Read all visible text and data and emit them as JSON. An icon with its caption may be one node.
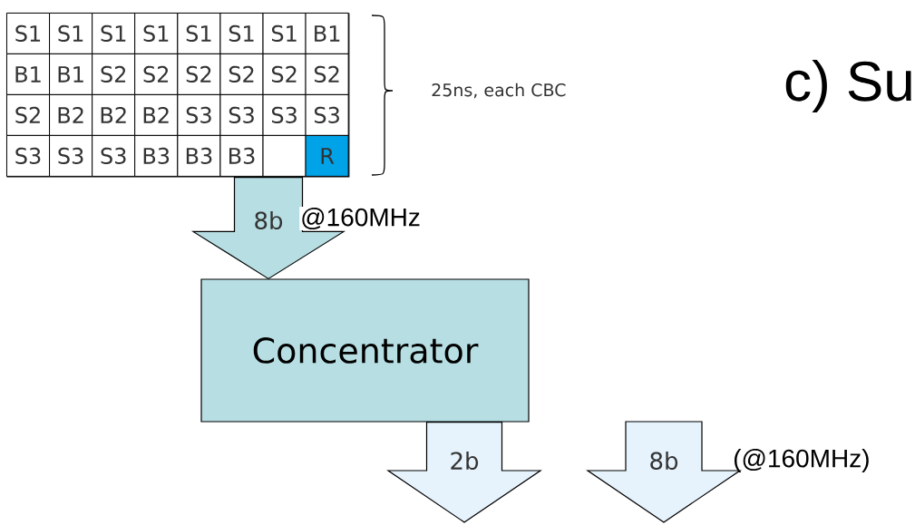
{
  "diagram": {
    "nodes": [
      {
        "text": [],
        "shape": "box"
      },
      {
        "text": [
          "S1"
        ],
        "in": 0
      },
      {
        "text": [
          "S1"
        ],
        "in": 0
      },
      {
        "text": [
          "S1"
        ],
        "in": 0
      },
      {
        "text": [
          "S1"
        ],
        "in": 0
      },
      {
        "text": [
          "S1"
        ],
        "in": 0
      },
      {
        "text": [
          "S1"
        ],
        "in": 0
      },
      {
        "text": [
          "S1"
        ],
        "in": 0
      },
      {
        "text": [
          "B1"
        ],
        "in": 0
      },
      {
        "text": [
          "B1"
        ],
        "in": 0
      },
      {
        "text": [
          "B1"
        ],
        "in": 0
      },
      {
        "text": [
          "S2"
        ],
        "in": 0
      },
      {
        "text": [
          "S2"
        ],
        "in": 0
      },
      {
        "text": [
          "S2"
        ],
        "in": 0
      },
      {
        "text": [
          "S2"
        ],
        "in": 0
      },
      {
        "text": [
          "S2"
        ],
        "in": 0
      },
      {
        "text": [
          "S2"
        ],
        "in": 0
      },
      {
        "text": [
          "S2"
        ],
        "in": 0
      },
      {
        "text": [
          "B2"
        ],
        "in": 0
      },
      {
        "text": [
          "B2"
        ],
        "in": 0
      },
      {
        "text": [
          "B2"
        ],
        "in": 0
      },
      {
        "text": [
          "S3"
        ],
        "in": 0
      },
      {
        "text": [
          "S3"
        ],
        "in": 0
      },
      {
        "text": [
          "S3"
        ],
        "in": 0
      },
      {
        "text": [
          "S3"
        ],
        "in": 0
      },
      {
        "text": [
          "S3"
        ],
        "in": 0
      },
      {
        "text": [
          "S3"
        ],
        "in": 0
      },
      {
        "text": [
          "S3"
        ],
        "in": 0
      },
      {
        "text": [
          "B3"
        ],
        "in": 0
      },
      {
        "text": [
          "B3"
        ],
        "in": 0
      },
      {
        "text": [
          "B3"
        ],
        "in": 0
      },
      {
        "text": [],
        "shape": "box",
        "in": 0
      },
      {
        "text": [
          "R"
        ],
        "in": 0
      },
      {
        "text": [
          "Concentrator"
        ]
      },
      {
        "text": [
          "8b"
        ],
        "beside": [
          "(@160MHz)"
        ]
      }
    ],
    "edges": [
      {
        "from": 0,
        "to": 33,
        "arrow": "to",
        "label": "8b"
      },
      {
        "from": 33,
        "to": null,
        "arrow": "to",
        "label": "2b"
      }
    ],
    "labels": [
      "25ns, each CBC",
      "@160MHz",
      "c) Su"
    ]
  }
}
